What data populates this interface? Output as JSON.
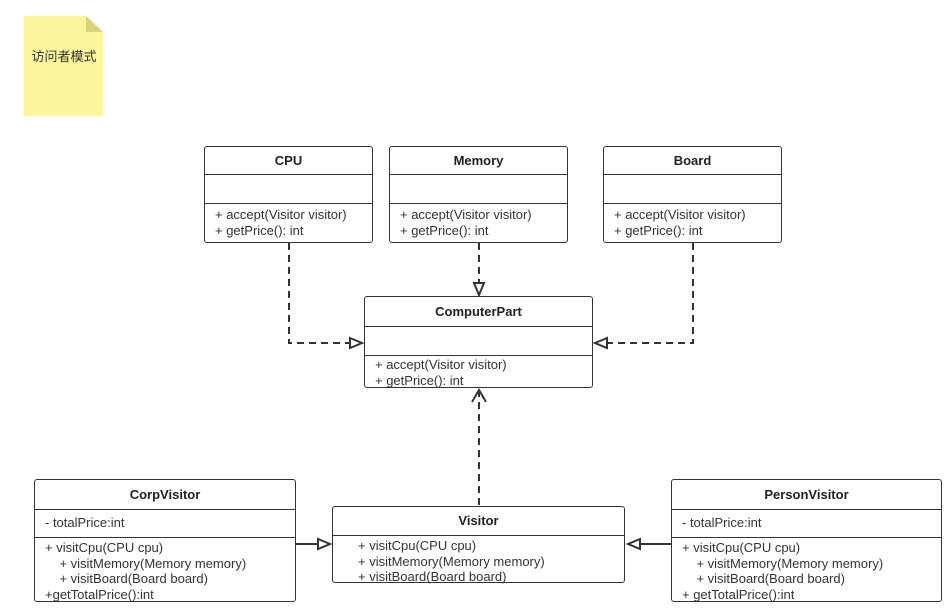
{
  "note": {
    "text": "访问者模式"
  },
  "classes": {
    "cpu": {
      "name": "CPU",
      "attributes": [],
      "operations": [
        "+ accept(Visitor visitor)",
        "+ getPrice(): int"
      ]
    },
    "memory": {
      "name": "Memory",
      "attributes": [],
      "operations": [
        "+ accept(Visitor visitor)",
        "+ getPrice(): int"
      ]
    },
    "board": {
      "name": "Board",
      "attributes": [],
      "operations": [
        "+ accept(Visitor visitor)",
        "+ getPrice(): int"
      ]
    },
    "computer_part": {
      "name": "ComputerPart",
      "attributes": [],
      "operations": [
        "+ accept(Visitor visitor)",
        "+ getPrice(): int"
      ]
    },
    "corp_visitor": {
      "name": "CorpVisitor",
      "attributes": [
        "- totalPrice:int"
      ],
      "operations": [
        "+ visitCpu(CPU cpu)",
        "    + visitMemory(Memory memory)",
        "    + visitBoard(Board board)",
        "+getTotalPrice():int"
      ]
    },
    "visitor": {
      "name": "Visitor",
      "attributes": [],
      "operations": [
        "+ visitCpu(CPU cpu)",
        "+ visitMemory(Memory memory)",
        "+ visitBoard(Board board)"
      ]
    },
    "person_visitor": {
      "name": "PersonVisitor",
      "attributes": [
        "- totalPrice:int"
      ],
      "operations": [
        "+ visitCpu(CPU cpu)",
        "    + visitMemory(Memory memory)",
        "    + visitBoard(Board board)",
        "+ getTotalPrice():int"
      ]
    }
  },
  "relationships": [
    {
      "from": "CPU",
      "to": "ComputerPart",
      "type": "realization"
    },
    {
      "from": "Memory",
      "to": "ComputerPart",
      "type": "realization"
    },
    {
      "from": "Board",
      "to": "ComputerPart",
      "type": "realization"
    },
    {
      "from": "Visitor",
      "to": "ComputerPart",
      "type": "dependency"
    },
    {
      "from": "CorpVisitor",
      "to": "Visitor",
      "type": "generalization"
    },
    {
      "from": "PersonVisitor",
      "to": "Visitor",
      "type": "generalization"
    }
  ],
  "colors": {
    "note_fill": "#fdf59c",
    "stroke": "#333333",
    "background": "#ffffff"
  }
}
